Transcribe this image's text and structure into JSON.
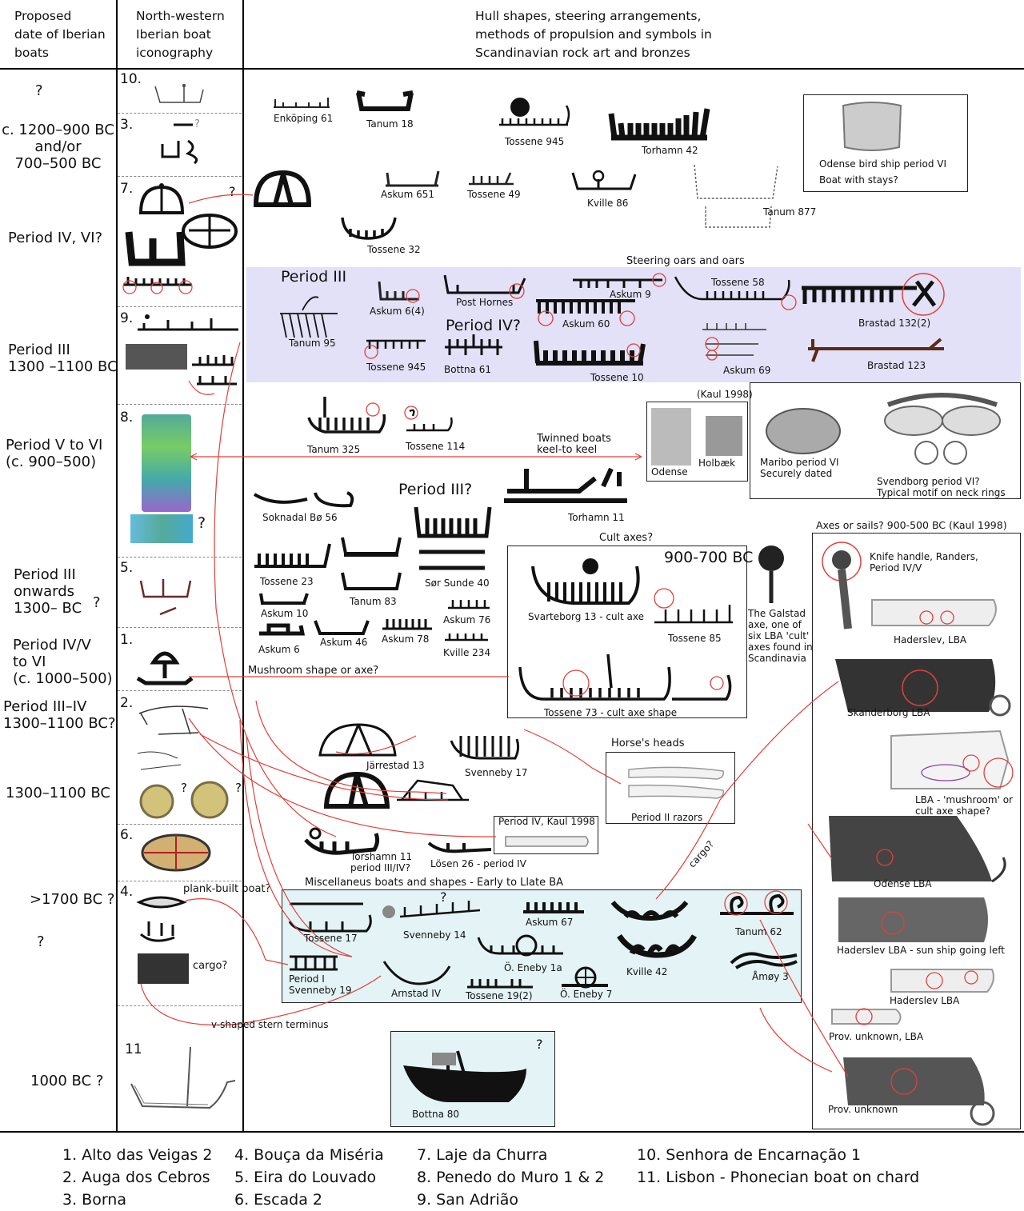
{
  "headers": {
    "col1": [
      "Proposed",
      "date of Iberian",
      "boats"
    ],
    "col2": [
      "North-western",
      "Iberian boat",
      "iconography"
    ],
    "col3": [
      "Hull shapes, steering arrangements,",
      "methods of propulsion and symbols in",
      "Scandinavian rock art and bronzes"
    ]
  },
  "dates": {
    "d1": "?",
    "d2a": "c. 1200–900 BC",
    "d2b": "and/or",
    "d2c": "700–500 BC",
    "d3": "Period IV, VI?",
    "d4a": "Period III",
    "d4b": "1300 –1100 BC",
    "d5a": "Period V to VI",
    "d5b": "(c. 900–500)",
    "d6a": "Period III",
    "d6b": "onwards",
    "d6c": "1300–  BC",
    "d6q": "?",
    "d7a": "Period IV/V",
    "d7b": "to VI",
    "d7c": "(c. 1000–500)",
    "d8a": "Period III–IV",
    "d8b": "1300–1100 BC?",
    "d9": "1300–1100 BC",
    "d10": ">1700 BC ?",
    "d11": "?",
    "d12": "1000 BC ?"
  },
  "site_numbers": {
    "n10": "10.",
    "n3": "3.",
    "n7": "7.",
    "n9": "9.",
    "n8": "8.",
    "n5": "5.",
    "n1": "1.",
    "n2": "2.",
    "n6": "6.",
    "n4": "4.",
    "n11": "11"
  },
  "col2_notes": {
    "q3": "?",
    "q8": "?",
    "q2a": "?",
    "q2b": "?",
    "plank": "plank-built boat?",
    "cargo": "cargo?"
  },
  "boats": {
    "enkoping61": "Enköping 61",
    "tanum18": "Tanum 18",
    "tossene945a": "Tossene 945",
    "torhamn42": "Torhamn 42",
    "askum651": "Askum 651",
    "tossene49": "Tossene 49",
    "kville86": "Kville 86",
    "tanum877": "Tanum 877",
    "tossene32": "Tossene 32",
    "q7": "?",
    "odense_bird": "Odense bird ship period VI",
    "odense_stays": "Boat with stays?",
    "steering_title": "Steering oars and oars",
    "period3": "Period III",
    "tanum95": "Tanum 95",
    "askum6_4": "Askum 6(4)",
    "post_hornes": "Post Hornes",
    "askum9": "Askum 9",
    "tossene58": "Tossene 58",
    "askum60": "Askum 60",
    "brastad132": "Brastad 132(2)",
    "period4q": "Period IV?",
    "tossene945b": "Tossene 945",
    "bottna61": "Bottna 61",
    "tossene10": "Tossene 10",
    "askum69": "Askum 69",
    "brastad123": "Brastad 123",
    "kaul1998": "(Kaul 1998)",
    "tanum325": "Tanum 325",
    "tossene114": "Tossene 114",
    "twinned1": "Twinned boats",
    "twinned2": "keel-to keel",
    "odense": "Odense",
    "holbaek": "Holbæk",
    "maribo1": "Maribo period VI",
    "maribo2": "Securely dated",
    "svendborg1": "Svendborg period VI?",
    "svendborg2": "Typical motif on neck rings",
    "period3q": "Period III?",
    "soknadal": "Soknadal Bø 56",
    "torhamn11": "Torhamn 11",
    "tossene23": "Tossene 23",
    "tanum83": "Tanum 83",
    "sor_sunde": "Sør Sunde 40",
    "askum10": "Askum 10",
    "askum76": "Askum 76",
    "askum6": "Askum 6",
    "askum46": "Askum 46",
    "askum78": "Askum 78",
    "kville234": "Kville 234",
    "cult_axes": "Cult axes?",
    "bc900_700": "900-700 BC",
    "svarteborg": "Svarteborg 13 - cult axe",
    "tossene85": "Tossene 85",
    "galstad": [
      "The Galstad",
      "axe, one of",
      "six LBA 'cult'",
      "axes found in",
      "Scandinavia"
    ],
    "mushroom": "Mushroom shape or axe?",
    "tossene73": "Tossene 73 - cult axe shape",
    "axes_sails": "Axes or sails?  900-500 BC (Kaul 1998)",
    "knife1": "Knife handle, Randers,",
    "knife2": "Period  IV/V",
    "haderslev_lba": "Haderslev, LBA",
    "skanderborg": "Skanderborg LBA",
    "lba_mush1": "LBA - 'mushroom' or",
    "lba_mush2": "cult axe shape?",
    "odense_lba": "Odense LBA",
    "haderslev_sun": "Haderslev LBA  - sun ship going left",
    "haderslev_lba2": "Haderslev LBA",
    "prov_lba": "Prov. unknown, LBA",
    "prov": "Prov. unknown",
    "jarrestad": "Järrestad 13",
    "svenneby17": "Svenneby 17",
    "horses": "Horse's heads",
    "razors": "Period II razors",
    "period4kaul": "Period IV, Kaul 1998",
    "torshamn11a": "Torshamn 11",
    "torshamn11b": "period III/IV?",
    "losen": "Lösen 26 - period IV",
    "cargo_q": "cargo?",
    "misc_title": "Miscellaneus boats and shapes - Early to Llate BA",
    "tossene17": "Tossene 17",
    "svenneby14": "Svenneby 14",
    "misc_q": "?",
    "askum67": "Askum 67",
    "tanum62": "Tanum 62",
    "eneby1a": "Ö. Eneby 1a",
    "kville42": "Kville 42",
    "period1": "Period I",
    "svenneby19": "Svenneby 19",
    "arnstad": "Arnstad IV",
    "tossene19": "Tossene 19(2)",
    "eneby7": "Ö. Eneby 7",
    "amoy": "Åmøy 3",
    "vshaped": "v-shaped stern terminus",
    "bottna80": "Bottna 80",
    "bottna_q": "?"
  },
  "legend": [
    [
      "1. Alto das Veigas 2",
      "2. Auga dos Cebros",
      "3. Borna"
    ],
    [
      "4. Bouça da Miséria",
      "5. Eira do Louvado",
      "6. Escada 2"
    ],
    [
      "7. Laje da Churra",
      "8. Penedo do Muro 1 & 2",
      "9. San Adrião"
    ],
    [
      "10. Senhora de Encarnação 1",
      "11. Lisbon - Phonecian boat on chard"
    ]
  ],
  "colors": {
    "steering_panel": "#e3e1f7",
    "misc_panel": "#e4f4f6",
    "arrow": "#e0403a",
    "ink": "#111111"
  }
}
